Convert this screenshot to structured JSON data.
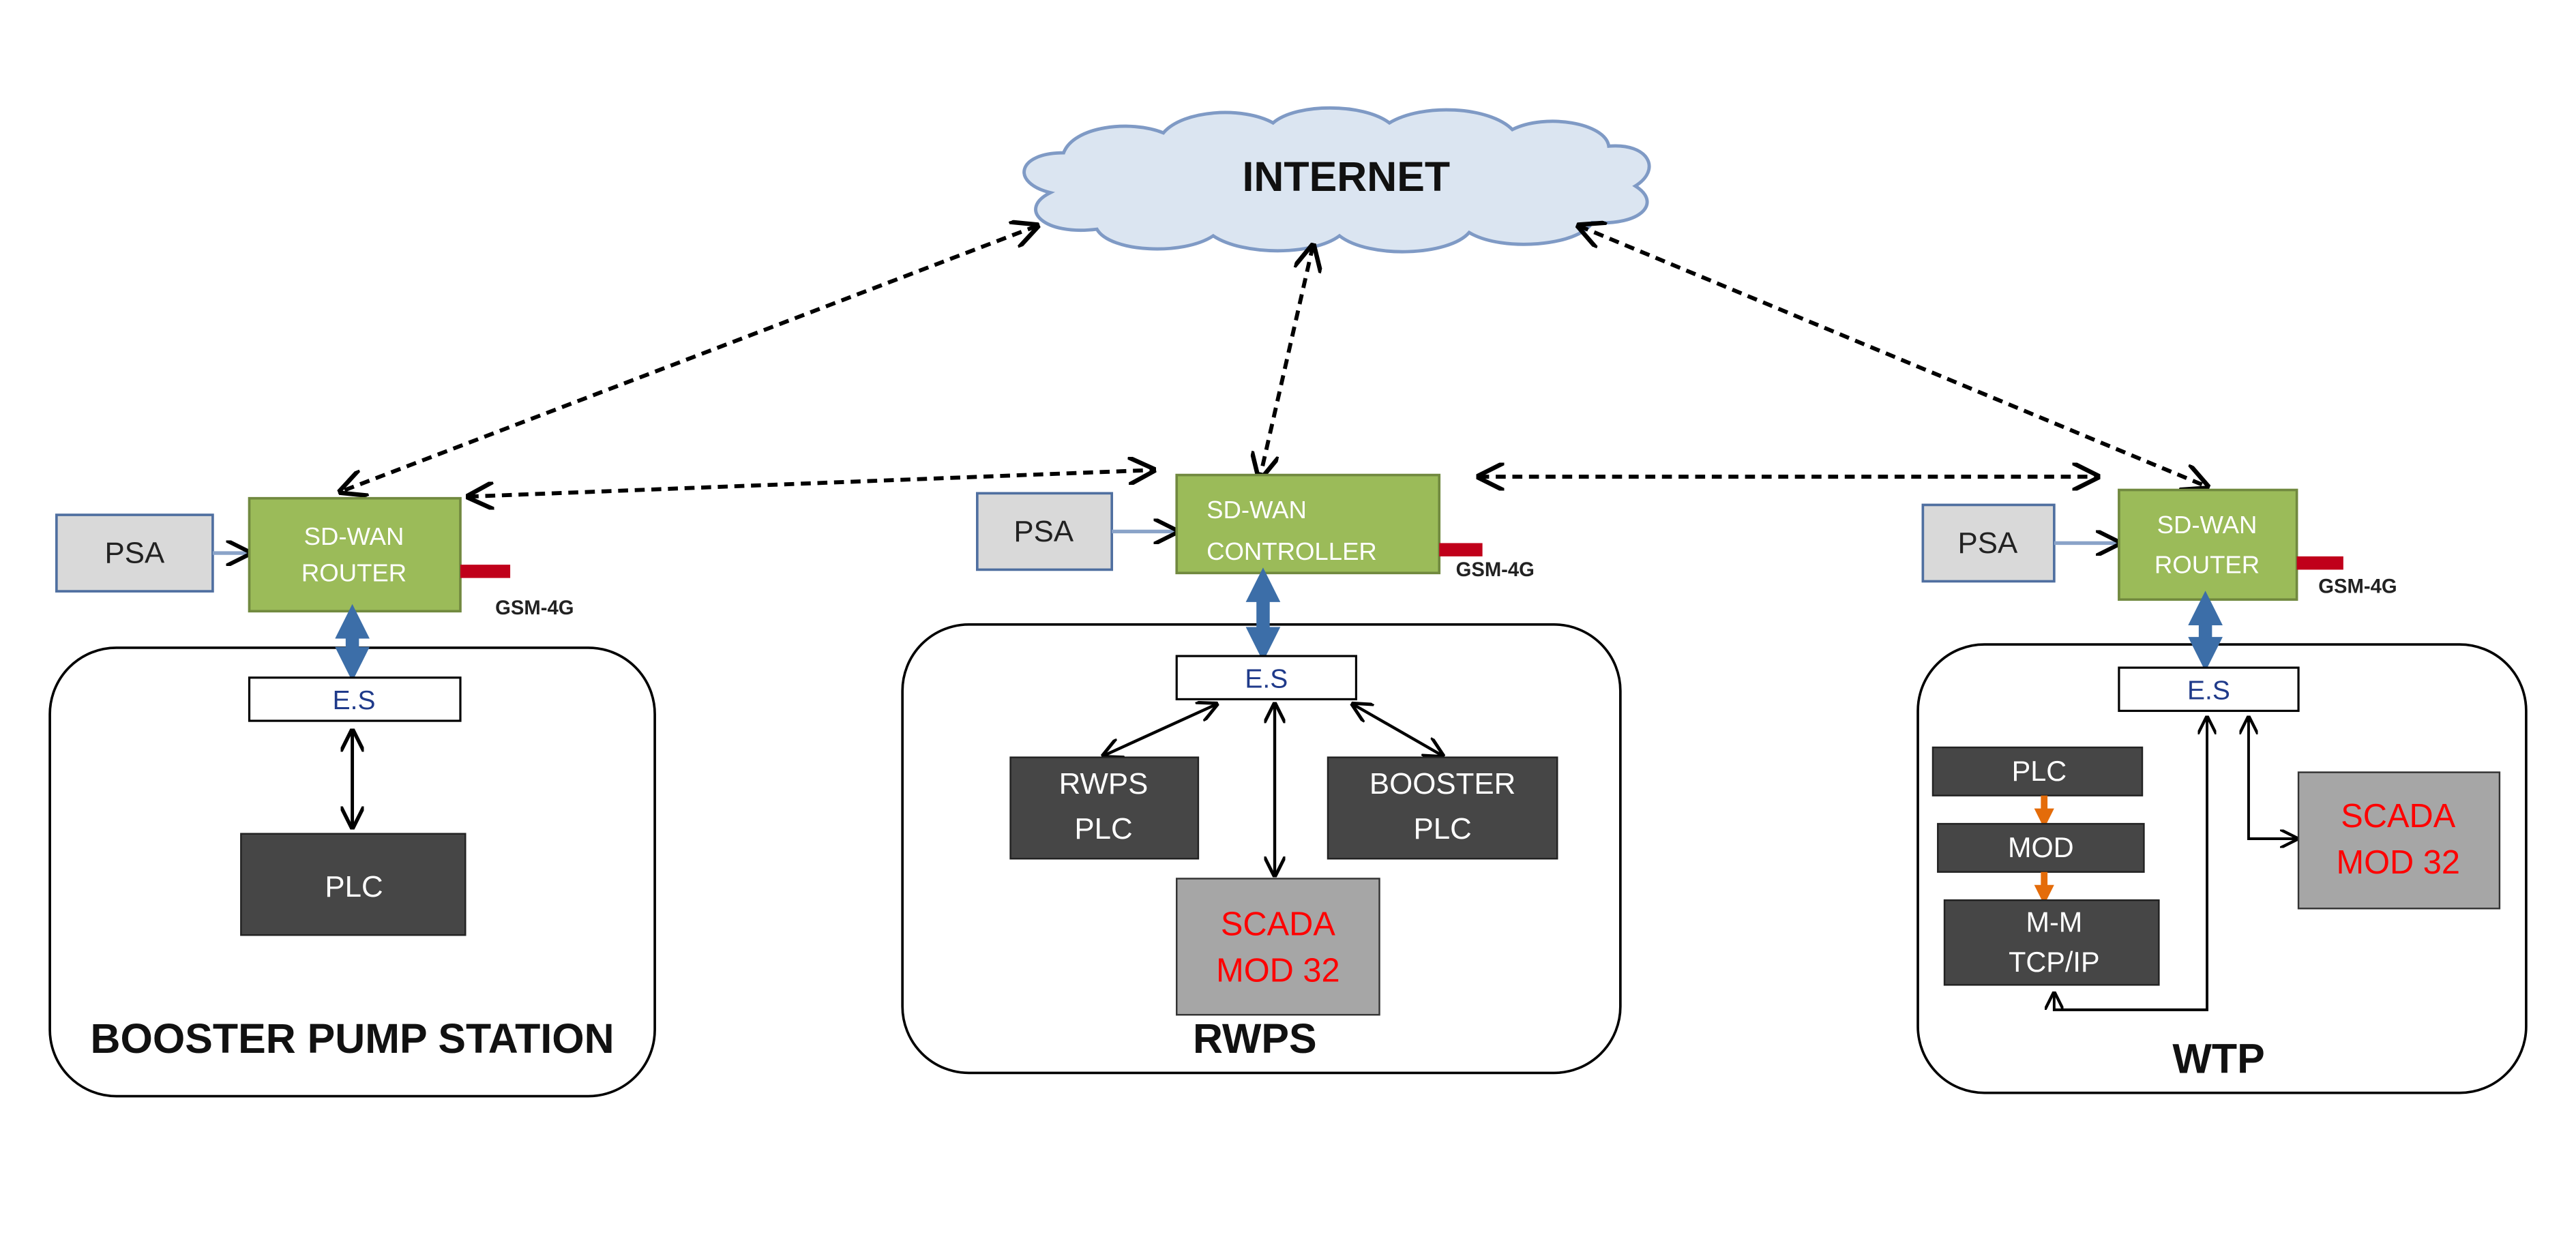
{
  "cloud": {
    "label": "INTERNET",
    "fill": "#dbe5f1",
    "stroke": "#7f9ac5"
  },
  "colors": {
    "router_fill": "#9bbb59",
    "router_stroke": "#71893f",
    "dark_box": "#464646",
    "gray_box": "#a6a6a6",
    "scada_text": "#ff0000",
    "psa_fill": "#d9d9d9",
    "psa_stroke": "#4f6fa0",
    "gsm_fill": "#c0001a",
    "es_text": "#1f3a8a",
    "link_blue": "#3c6ea8",
    "orange": "#e46c0a"
  },
  "left": {
    "psa": "PSA",
    "router_line1": "SD-WAN",
    "router_line2": "ROUTER",
    "gsm": "GSM-4G",
    "es": "E.S",
    "plc": "PLC",
    "site_label": "BOOSTER PUMP STATION"
  },
  "center": {
    "psa": "PSA",
    "router_line1": "SD-WAN",
    "router_line2": "CONTROLLER",
    "gsm": "GSM-4G",
    "es": "E.S",
    "rwps_plc_line1": "RWPS",
    "rwps_plc_line2": "PLC",
    "booster_plc_line1": "BOOSTER",
    "booster_plc_line2": "PLC",
    "scada_line1": "SCADA",
    "scada_line2": "MOD 32",
    "site_label": "RWPS"
  },
  "right": {
    "psa": "PSA",
    "router_line1": "SD-WAN",
    "router_line2": "ROUTER",
    "gsm": "GSM-4G",
    "es": "E.S",
    "plc": "PLC",
    "mod": "MOD",
    "mm_line1": "M-M",
    "mm_line2": "TCP/IP",
    "scada_line1": "SCADA",
    "scada_line2": "MOD 32",
    "site_label": "WTP"
  }
}
